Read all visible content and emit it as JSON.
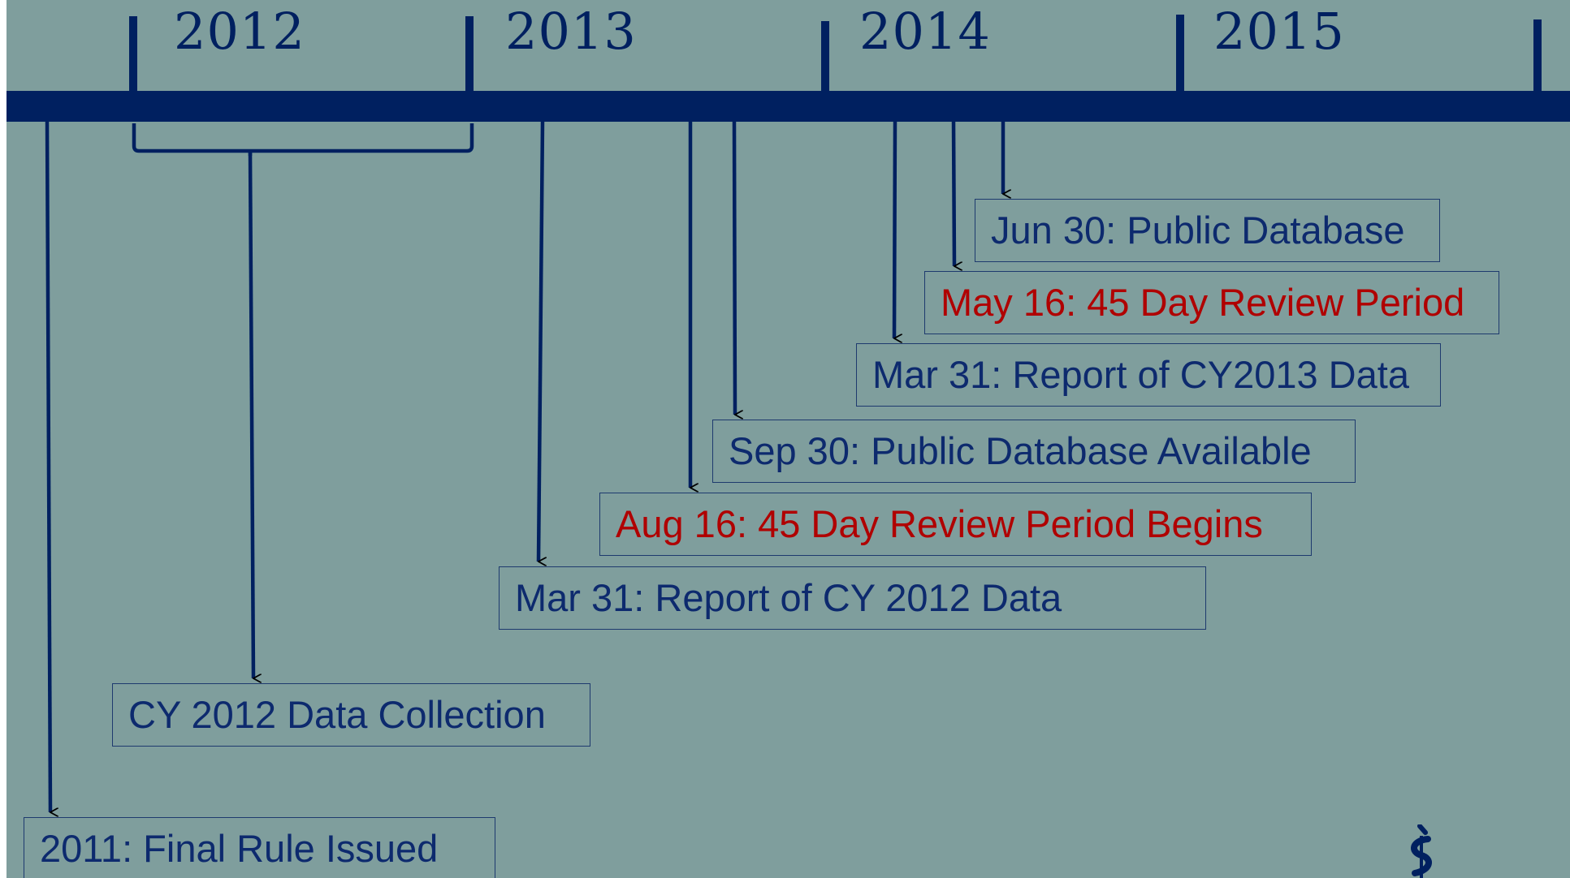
{
  "colors": {
    "background": "#7f9e9d",
    "timeline": "#002060",
    "text": "#0d2a6e",
    "highlight": "#b00000",
    "box_border": "#1e3a6e"
  },
  "timeline": {
    "years": [
      "2012",
      "2013",
      "2014",
      "2015"
    ]
  },
  "events": [
    {
      "label": "2011: Final Rule Issued",
      "highlight": false
    },
    {
      "label": "CY 2012 Data Collection",
      "highlight": false
    },
    {
      "label": "Mar 31: Report of CY 2012 Data",
      "highlight": false
    },
    {
      "label": "Aug 16: 45 Day Review Period Begins",
      "highlight": true
    },
    {
      "label": "Sep 30: Public Database Available",
      "highlight": false
    },
    {
      "label": "Mar 31: Report of CY2013 Data",
      "highlight": false
    },
    {
      "label": "May 16: 45 Day Review Period",
      "highlight": true
    },
    {
      "label": "Jun 30: Public Database",
      "highlight": false
    }
  ],
  "logo": {
    "icon": "caduceus-logo-icon"
  }
}
